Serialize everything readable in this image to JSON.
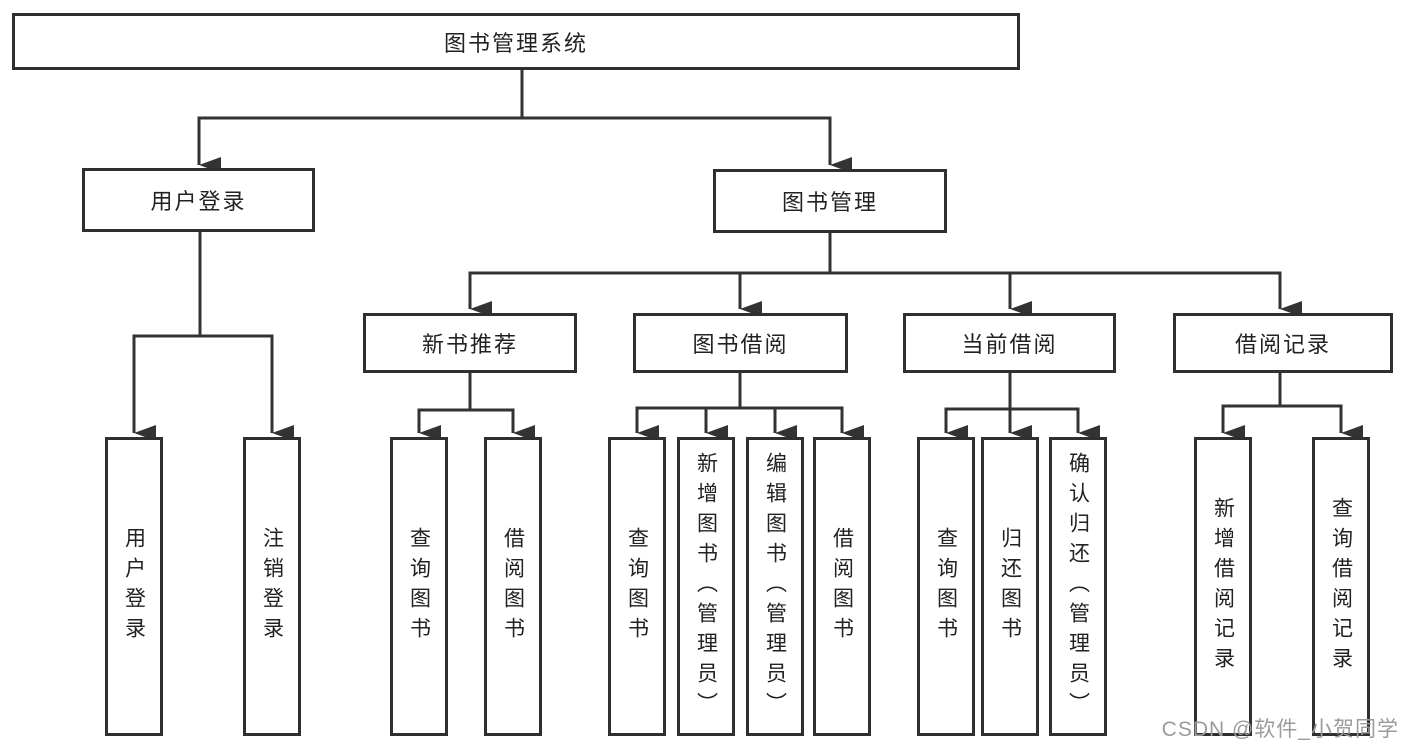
{
  "diagram": {
    "root": {
      "label": "图书管理系统"
    },
    "branches": [
      {
        "label": "用户登录",
        "children": [
          {
            "label": "用户登录"
          },
          {
            "label": "注销登录"
          }
        ]
      },
      {
        "label": "图书管理",
        "children": [
          {
            "label": "新书推荐",
            "children": [
              {
                "label": "查询图书"
              },
              {
                "label": "借阅图书"
              }
            ]
          },
          {
            "label": "图书借阅",
            "children": [
              {
                "label": "查询图书"
              },
              {
                "label": "新增图书（管理员）"
              },
              {
                "label": "编辑图书（管理员）"
              },
              {
                "label": "借阅图书"
              }
            ]
          },
          {
            "label": "当前借阅",
            "children": [
              {
                "label": "查询图书"
              },
              {
                "label": "归还图书"
              },
              {
                "label": "确认归还（管理员）"
              }
            ]
          },
          {
            "label": "借阅记录",
            "children": [
              {
                "label": "新增借阅记录"
              },
              {
                "label": "查询借阅记录"
              }
            ]
          }
        ]
      }
    ],
    "watermark": "CSDN @软件_小贺同学",
    "colors": {
      "line": "#333333",
      "box_border": "#2f2f2f",
      "text": "#222222",
      "watermark": "#9b9b9b",
      "background": "#ffffff"
    }
  }
}
